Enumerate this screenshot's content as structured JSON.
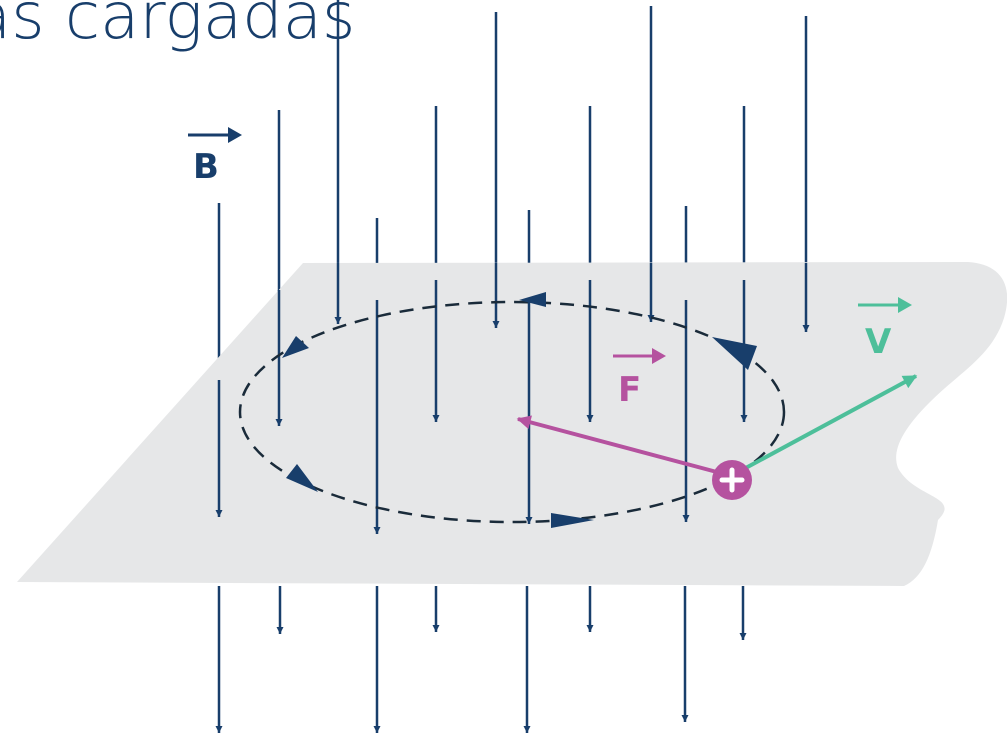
{
  "title": {
    "text": "as cargadas"
  },
  "labels": {
    "magnetic_field": "B",
    "force": "F",
    "velocity": "V"
  },
  "colors": {
    "field": "#183e6b",
    "force": "#b5529f",
    "velocity": "#4dbf9a",
    "plane": "#e6e7e8",
    "charge": "#b5529f"
  },
  "charge": {
    "sign": "+",
    "icon": "plus-icon"
  }
}
